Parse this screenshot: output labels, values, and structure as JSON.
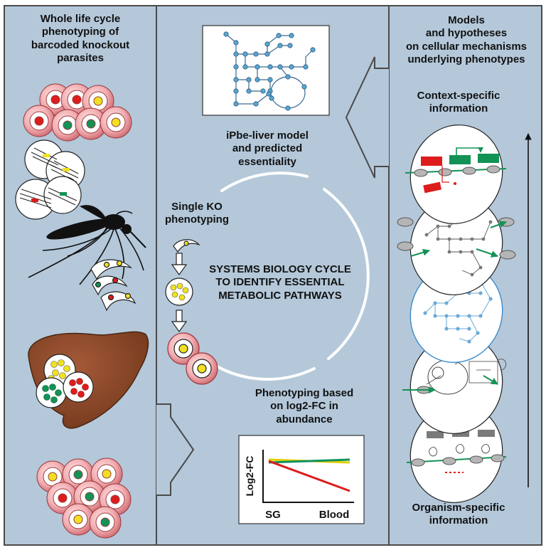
{
  "left_panel": {
    "title": "Whole life cycle\nphenotyping of\nbarcoded knockout\nparasites"
  },
  "center_panel": {
    "model_caption": "iPbe-liver model\nand predicted\nessentiality",
    "single_ko_label": "Single KO\nphenotyping",
    "cycle_title": "SYSTEMS BIOLOGY CYCLE\nTO  IDENTIFY ESSENTIAL\nMETABOLIC PATHWAYS",
    "phenotyping_caption": "Phenotyping based\non log2-FC in\nabundance"
  },
  "right_panel": {
    "title": "Models\nand hypotheses\non cellular mechanisms\nunderlying phenotypes",
    "top_label": "Context-specific\ninformation",
    "bottom_label": "Organism-specific\ninformation"
  },
  "chart_data": {
    "type": "line",
    "ylabel": "Log2-FC",
    "xlabel": "",
    "categories": [
      "SG",
      "Blood"
    ],
    "series": [
      {
        "color": "#e0d000",
        "values": [
          0,
          0
        ]
      },
      {
        "color": "#109060",
        "values": [
          0,
          0
        ]
      },
      {
        "color": "#dd1c1c",
        "values": [
          0,
          -1
        ]
      }
    ]
  },
  "colors": {
    "panel_bg": "#b4c8da",
    "border": "#4a4a4a",
    "red": "#dd1c1c",
    "green": "#139256",
    "yellow": "#f0e020",
    "liver": "#8c4a2c",
    "cell_pink": "#f2aeb2"
  }
}
